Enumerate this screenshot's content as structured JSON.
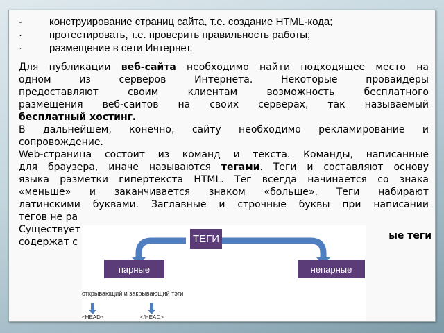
{
  "bullets": [
    {
      "marker": "-",
      "text": "конструирование страниц сайта, т.е. создание HTML-кода;"
    },
    {
      "marker": "·",
      "text": "протестировать, т.е. проверить правильность работы;"
    },
    {
      "marker": "·",
      "text": "размещение в сети Интернет."
    }
  ],
  "lines": [
    {
      "j": true,
      "s": [
        {
          "t": "Для публикации "
        },
        {
          "t": "веб-сайта",
          "b": true
        },
        {
          "t": " необходимо найти подходящее место на"
        }
      ]
    },
    {
      "j": true,
      "s": [
        {
          "t": "одном из серверов Интернета. Некоторые провайдеры"
        }
      ]
    },
    {
      "j": true,
      "s": [
        {
          "t": "предоставляют своим клиентам возможность бесплатного"
        }
      ]
    },
    {
      "j": true,
      "s": [
        {
          "t": "размещения веб-сайтов на своих серверах, так называемый"
        }
      ]
    },
    {
      "j": false,
      "s": [
        {
          "t": "бесплатный хостинг.",
          "b": true
        }
      ]
    },
    {
      "j": true,
      "s": [
        {
          "t": "В дальнейшем, конечно, сайту необходимо рекламирование и"
        }
      ]
    },
    {
      "j": false,
      "s": [
        {
          "t": "сопровождение."
        }
      ]
    },
    {
      "j": true,
      "s": [
        {
          "t": "Web-страница состоит из команд и текста. Команды, написанные"
        }
      ]
    },
    {
      "j": true,
      "s": [
        {
          "t": "для браузера, иначе называются "
        },
        {
          "t": "тегами",
          "b": true
        },
        {
          "t": ". Теги и составляют основу"
        }
      ]
    },
    {
      "j": true,
      "s": [
        {
          "t": "языка разметки гипертекста HTML. Тег всегда начинается со знака"
        }
      ]
    },
    {
      "j": true,
      "s": [
        {
          "t": "«меньше» и заканчивается знаком «больше». Теги набирают"
        }
      ]
    },
    {
      "j": true,
      "s": [
        {
          "t": "латинскими буквами. Заглавные и строчные буквы при написании"
        }
      ]
    },
    {
      "j": false,
      "s": [
        {
          "t": "тегов не ра"
        }
      ]
    },
    {
      "j": false,
      "s": [
        {
          "t": "Существует"
        }
      ]
    },
    {
      "j": false,
      "s": [
        {
          "t": "содержат с"
        }
      ]
    }
  ],
  "right_fragment": "ые теги",
  "diagram": {
    "root": "ТЕГИ",
    "left": "парные",
    "right": "непарные",
    "caption": "открывающий и закрывающий тэги",
    "open_tag": "<HEAD>",
    "close_tag": "</HEAD>"
  },
  "colors": {
    "box": "#5b3c78",
    "arrow": "#4f7fc0"
  }
}
